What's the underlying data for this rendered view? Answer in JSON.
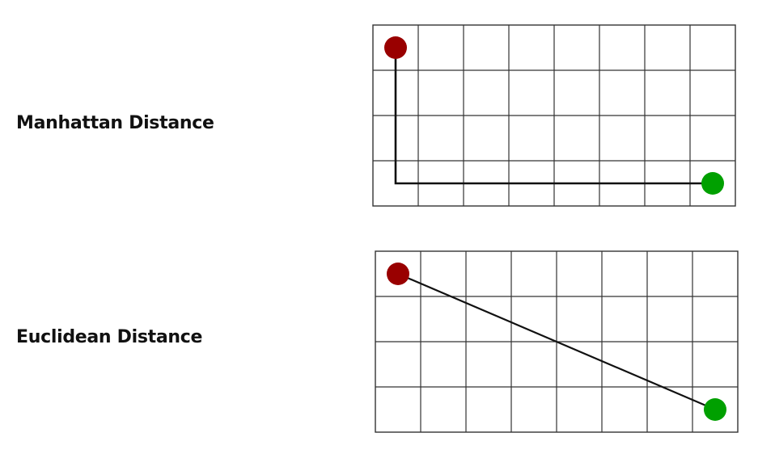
{
  "labels": {
    "manhattan": "Manhattan Distance",
    "euclidean": "Euclidean Distance"
  },
  "grid": {
    "columns": 8,
    "rows": 4
  },
  "colors": {
    "start_point": "#990000",
    "end_point": "#00a000",
    "path": "#111111",
    "grid_line": "#333333"
  },
  "diagrams": [
    {
      "id": "manhattan",
      "path_type": "orthogonal",
      "start_cell": [
        0,
        0
      ],
      "end_cell": [
        7,
        3
      ]
    },
    {
      "id": "euclidean",
      "path_type": "straight",
      "start_cell": [
        0,
        0
      ],
      "end_cell": [
        7,
        3
      ]
    }
  ]
}
